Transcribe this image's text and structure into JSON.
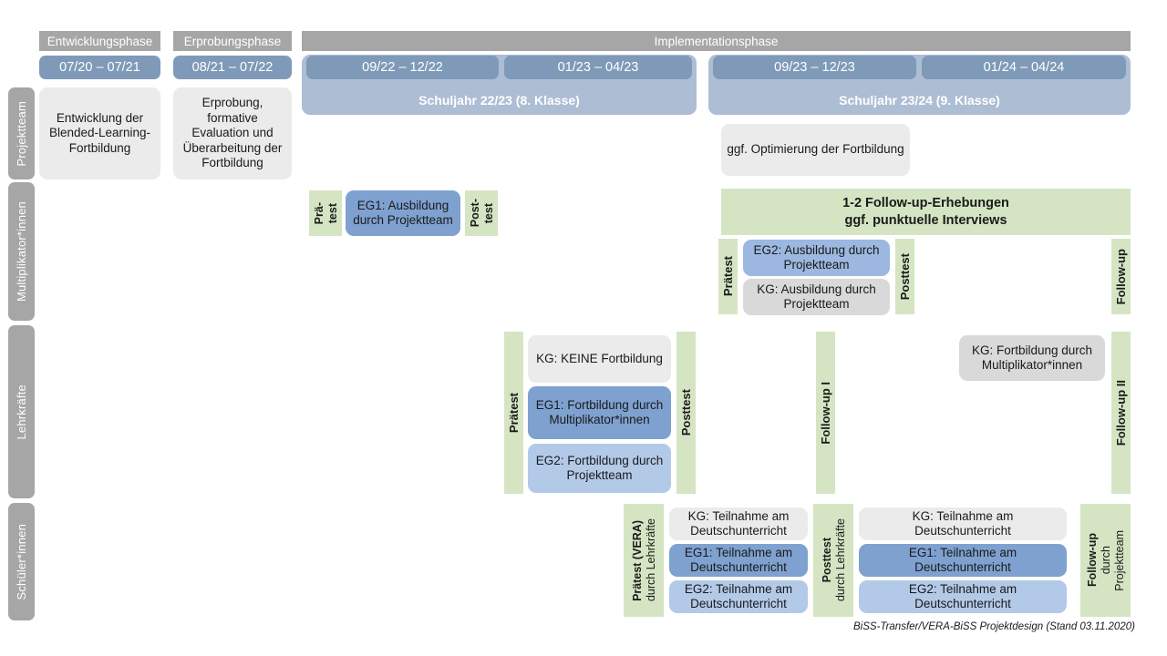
{
  "phases": [
    {
      "name": "Entwicklungsphase",
      "dates": [
        "07/20 – 07/21"
      ]
    },
    {
      "name": "Erprobungsphase",
      "dates": [
        "08/21 – 07/22"
      ]
    },
    {
      "name": "Implementationsphase",
      "dates": [
        "09/22 – 12/22",
        "01/23 – 04/23",
        "09/23 – 12/23",
        "01/24 – 04/24"
      ]
    }
  ],
  "phase_labels": {
    "entwicklung": "Entwicklungsphase",
    "erprobung": "Erprobungsphase",
    "implementation": "Implementationsphase"
  },
  "date_bars": {
    "d1": "07/20 – 07/21",
    "d2": "08/21 – 07/22",
    "d3": "09/22 – 12/22",
    "d4": "01/23 – 04/23",
    "d5": "09/23 – 12/23",
    "d6": "01/24 – 04/24"
  },
  "school_years": {
    "y1": "Schuljahr 22/23 (8. Klasse)",
    "y2": "Schuljahr 23/24 (9. Klasse)"
  },
  "lanes": {
    "projektteam": "Projektteam",
    "multiplikator": "Multiplikator*innen",
    "lehrkraefte": "Lehrkräfte",
    "schueler": "Schüler*innen"
  },
  "projektteam": {
    "entwicklung": "Entwicklung der Blended-Learning-Fortbildung",
    "erprobung": "Erprobung, formative Evaluation und Überarbeitung der Fortbildung"
  },
  "multiplikator": {
    "praetest_l1": "Prä-",
    "praetest_l2": "test",
    "posttest_l1": "Post-",
    "posttest_l2": "test",
    "eg1": "EG1: Ausbildung durch Projektteam",
    "optimierung": "ggf. Optimierung der Fortbildung",
    "followup_band_l1": "1-2 Follow-up-Erhebungen",
    "followup_band_l2": "ggf. punktuelle Interviews",
    "praetest2": "Prätest",
    "posttest2": "Posttest",
    "eg2": "EG2: Ausbildung durch Projektteam",
    "kg": "KG: Ausbildung durch Projektteam",
    "followup": "Follow-up"
  },
  "lehrkraefte": {
    "praetest": "Prätest",
    "posttest": "Posttest",
    "kg_keine": "KG:  KEINE Fortbildung",
    "eg1": "EG1: Fortbildung durch Multiplikator*innen",
    "eg2": "EG2: Fortbildung durch Projektteam",
    "followup1": "Follow-up I",
    "kg_fortbildung": "KG: Fortbildung durch Multiplikator*innen",
    "followup2": "Follow-up II"
  },
  "schueler": {
    "praetest_bold": "Prätest (VERA)",
    "praetest_thin": "durch Lehrkräfte",
    "posttest_bold": "Posttest",
    "posttest_thin": "durch Lehrkräfte",
    "followup_bold": "Follow-up",
    "followup_thin1": "durch",
    "followup_thin2": "Projektteam",
    "kg_1": "KG: Teilnahme am Deutschunterricht",
    "eg1_1": "EG1: Teilnahme am Deutschunterricht",
    "eg2_1": "EG2: Teilnahme am Deutschunterricht",
    "kg_2": "KG: Teilnahme am Deutschunterricht",
    "eg1_2": "EG1: Teilnahme am Deutschunterricht",
    "eg2_2": "EG2: Teilnahme am Deutschunterricht"
  },
  "footer": "BiSS-Transfer/VERA-BiSS Projektdesign (Stand 03.11.2020)",
  "colors": {
    "grey_header": "#a6a6a6",
    "date_bar": "#7f9ab8",
    "schuljahr": "#adbdd4",
    "green": "#d5e5c3",
    "blue_dark": "#7ea1d0",
    "blue_mid": "#9cb8e0",
    "blue_light": "#b3c9e8",
    "grey_light": "#ebebeb",
    "grey_mid": "#d9d9d9"
  }
}
